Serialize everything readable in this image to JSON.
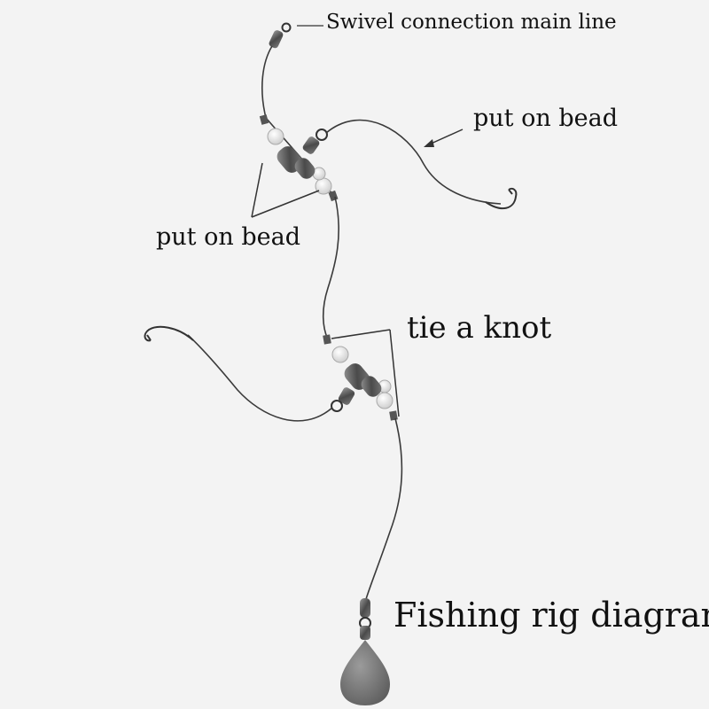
{
  "labels": {
    "swivel": "Swivel connection main line",
    "bead_right": "put on bead",
    "bead_left": "put on bead",
    "knot": "tie a knot",
    "title": "Fishing rig diagram"
  },
  "colors": {
    "background": "#f3f3f3",
    "line": "#3a3a3a",
    "bead": "#e6e6e6",
    "swivel": "#555555",
    "sinker": "#707070",
    "text": "#111111"
  },
  "icons": [
    "swivel-icon",
    "bead-icon",
    "hook-icon",
    "sinker-icon",
    "knot-icon"
  ]
}
